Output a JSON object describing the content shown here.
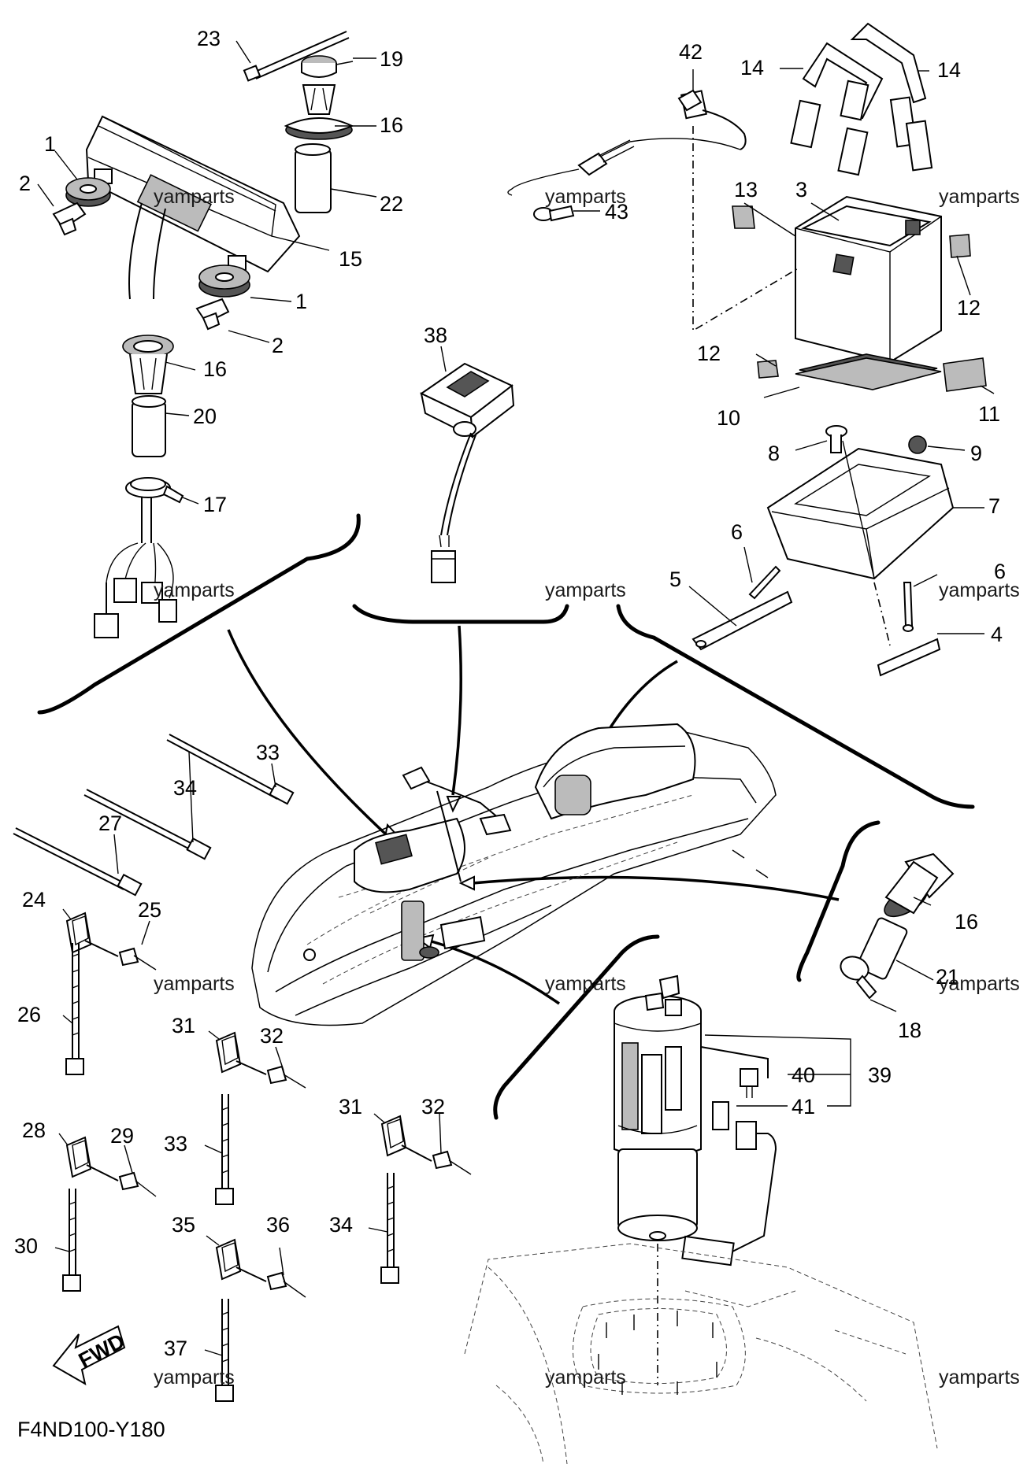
{
  "diagram_code": "F4ND100-Y180",
  "watermark": "yamparts",
  "fwd_label": "FWD",
  "callouts": {
    "c23": "23",
    "c19": "19",
    "c16a": "16",
    "c22": "22",
    "c1a": "1",
    "c2a": "2",
    "c15": "15",
    "c1b": "1",
    "c2b": "2",
    "c16b": "16",
    "c20": "20",
    "c17": "17",
    "c42": "42",
    "c43": "43",
    "c38": "38",
    "c14a": "14",
    "c14b": "14",
    "c13": "13",
    "c3": "3",
    "c12a": "12",
    "c12b": "12",
    "c10": "10",
    "c11": "11",
    "c8": "8",
    "c9": "9",
    "c7": "7",
    "c6a": "6",
    "c6b": "6",
    "c5": "5",
    "c4": "4",
    "c33a": "33",
    "c34a": "34",
    "c27": "27",
    "c24": "24",
    "c25": "25",
    "c26": "26",
    "c31a": "31",
    "c32a": "32",
    "c33b": "33",
    "c28": "28",
    "c29": "29",
    "c30": "30",
    "c35": "35",
    "c36": "36",
    "c37": "37",
    "c31b": "31",
    "c32b": "32",
    "c34b": "34",
    "c16c": "16",
    "c21": "21",
    "c18": "18",
    "c40": "40",
    "c39": "39",
    "c41": "41"
  }
}
